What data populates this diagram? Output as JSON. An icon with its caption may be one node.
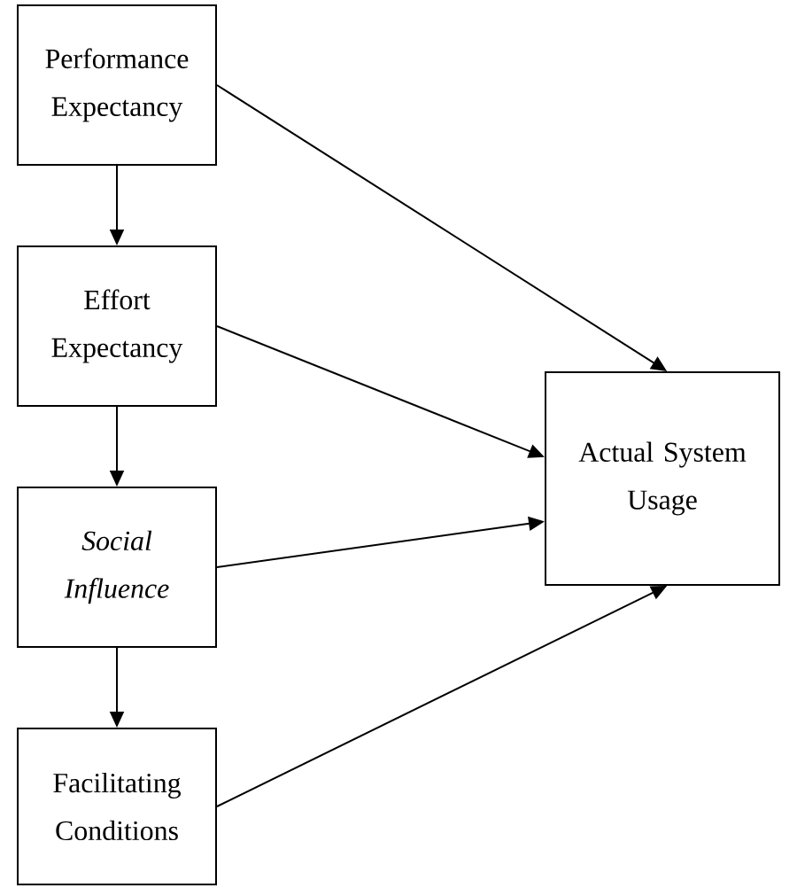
{
  "diagram": {
    "nodes": [
      {
        "text": [
          "Performance Expectancy"
        ]
      },
      {
        "text": [
          "Effort Expectancy"
        ]
      },
      {
        "text": [
          "Social Influence"
        ]
      },
      {
        "text": [
          "Facilitating Conditions"
        ]
      },
      {
        "text": [
          "Actual System Usage"
        ]
      }
    ],
    "edges": [
      {
        "from": 0,
        "to": 1,
        "arrow": "to"
      },
      {
        "from": 1,
        "to": 2,
        "arrow": "to"
      },
      {
        "from": 2,
        "to": 3,
        "arrow": "to"
      },
      {
        "from": 0,
        "to": 4,
        "arrow": "to"
      },
      {
        "from": 1,
        "to": 4,
        "arrow": "to"
      },
      {
        "from": 2,
        "to": 4,
        "arrow": "to"
      },
      {
        "from": 3,
        "to": 4,
        "arrow": "to"
      }
    ]
  }
}
